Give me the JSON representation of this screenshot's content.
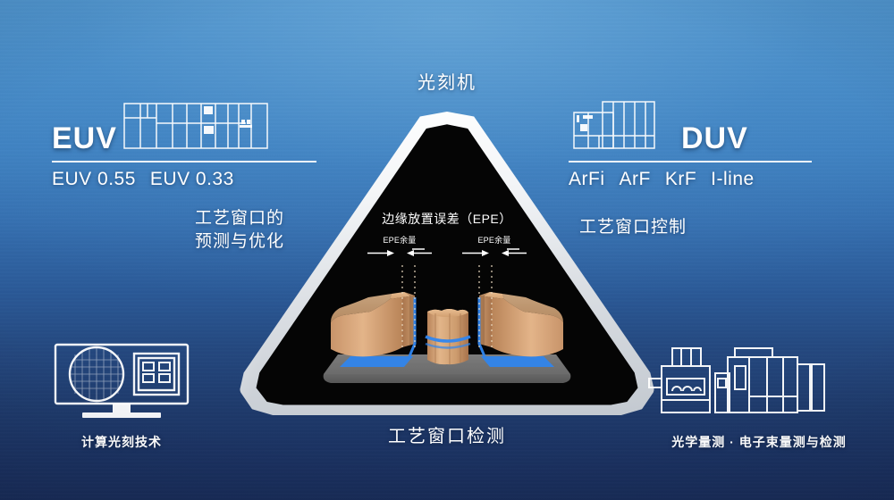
{
  "title": "光刻机",
  "colors": {
    "bg_top": "#4b90c9",
    "bg_bottom": "#182c58",
    "triangle_border": "#f3f5f7",
    "triangle_fill": "#050505",
    "accent_blue": "#2f86f0",
    "resist_tan": "#d9a877",
    "substrate_gray": "#7a7a7a"
  },
  "left_tech": {
    "brand": "EUV",
    "variants": [
      "EUV 0.55",
      "EUV 0.33"
    ],
    "icon": "euv-scanner-icon"
  },
  "right_tech": {
    "brand": "DUV",
    "variants": [
      "ArFi",
      "ArF",
      "KrF",
      "I-line"
    ],
    "icon": "duv-scanner-icon"
  },
  "left_label": {
    "line1": "工艺窗口的",
    "line2": "预测与优化"
  },
  "right_label": {
    "line1": "工艺窗口控制"
  },
  "center": {
    "epe_title": "边缘放置误差（EPE）",
    "margin_left": "EPE余量",
    "margin_right": "EPE余量"
  },
  "corner_left": {
    "caption": "计算光刻技术",
    "icon": "wafer-monitor-icon"
  },
  "corner_right": {
    "caption": "光学量测 · 电子束量测与检测",
    "icon": "metrology-tools-icon"
  },
  "caption_center": "工艺窗口检测"
}
